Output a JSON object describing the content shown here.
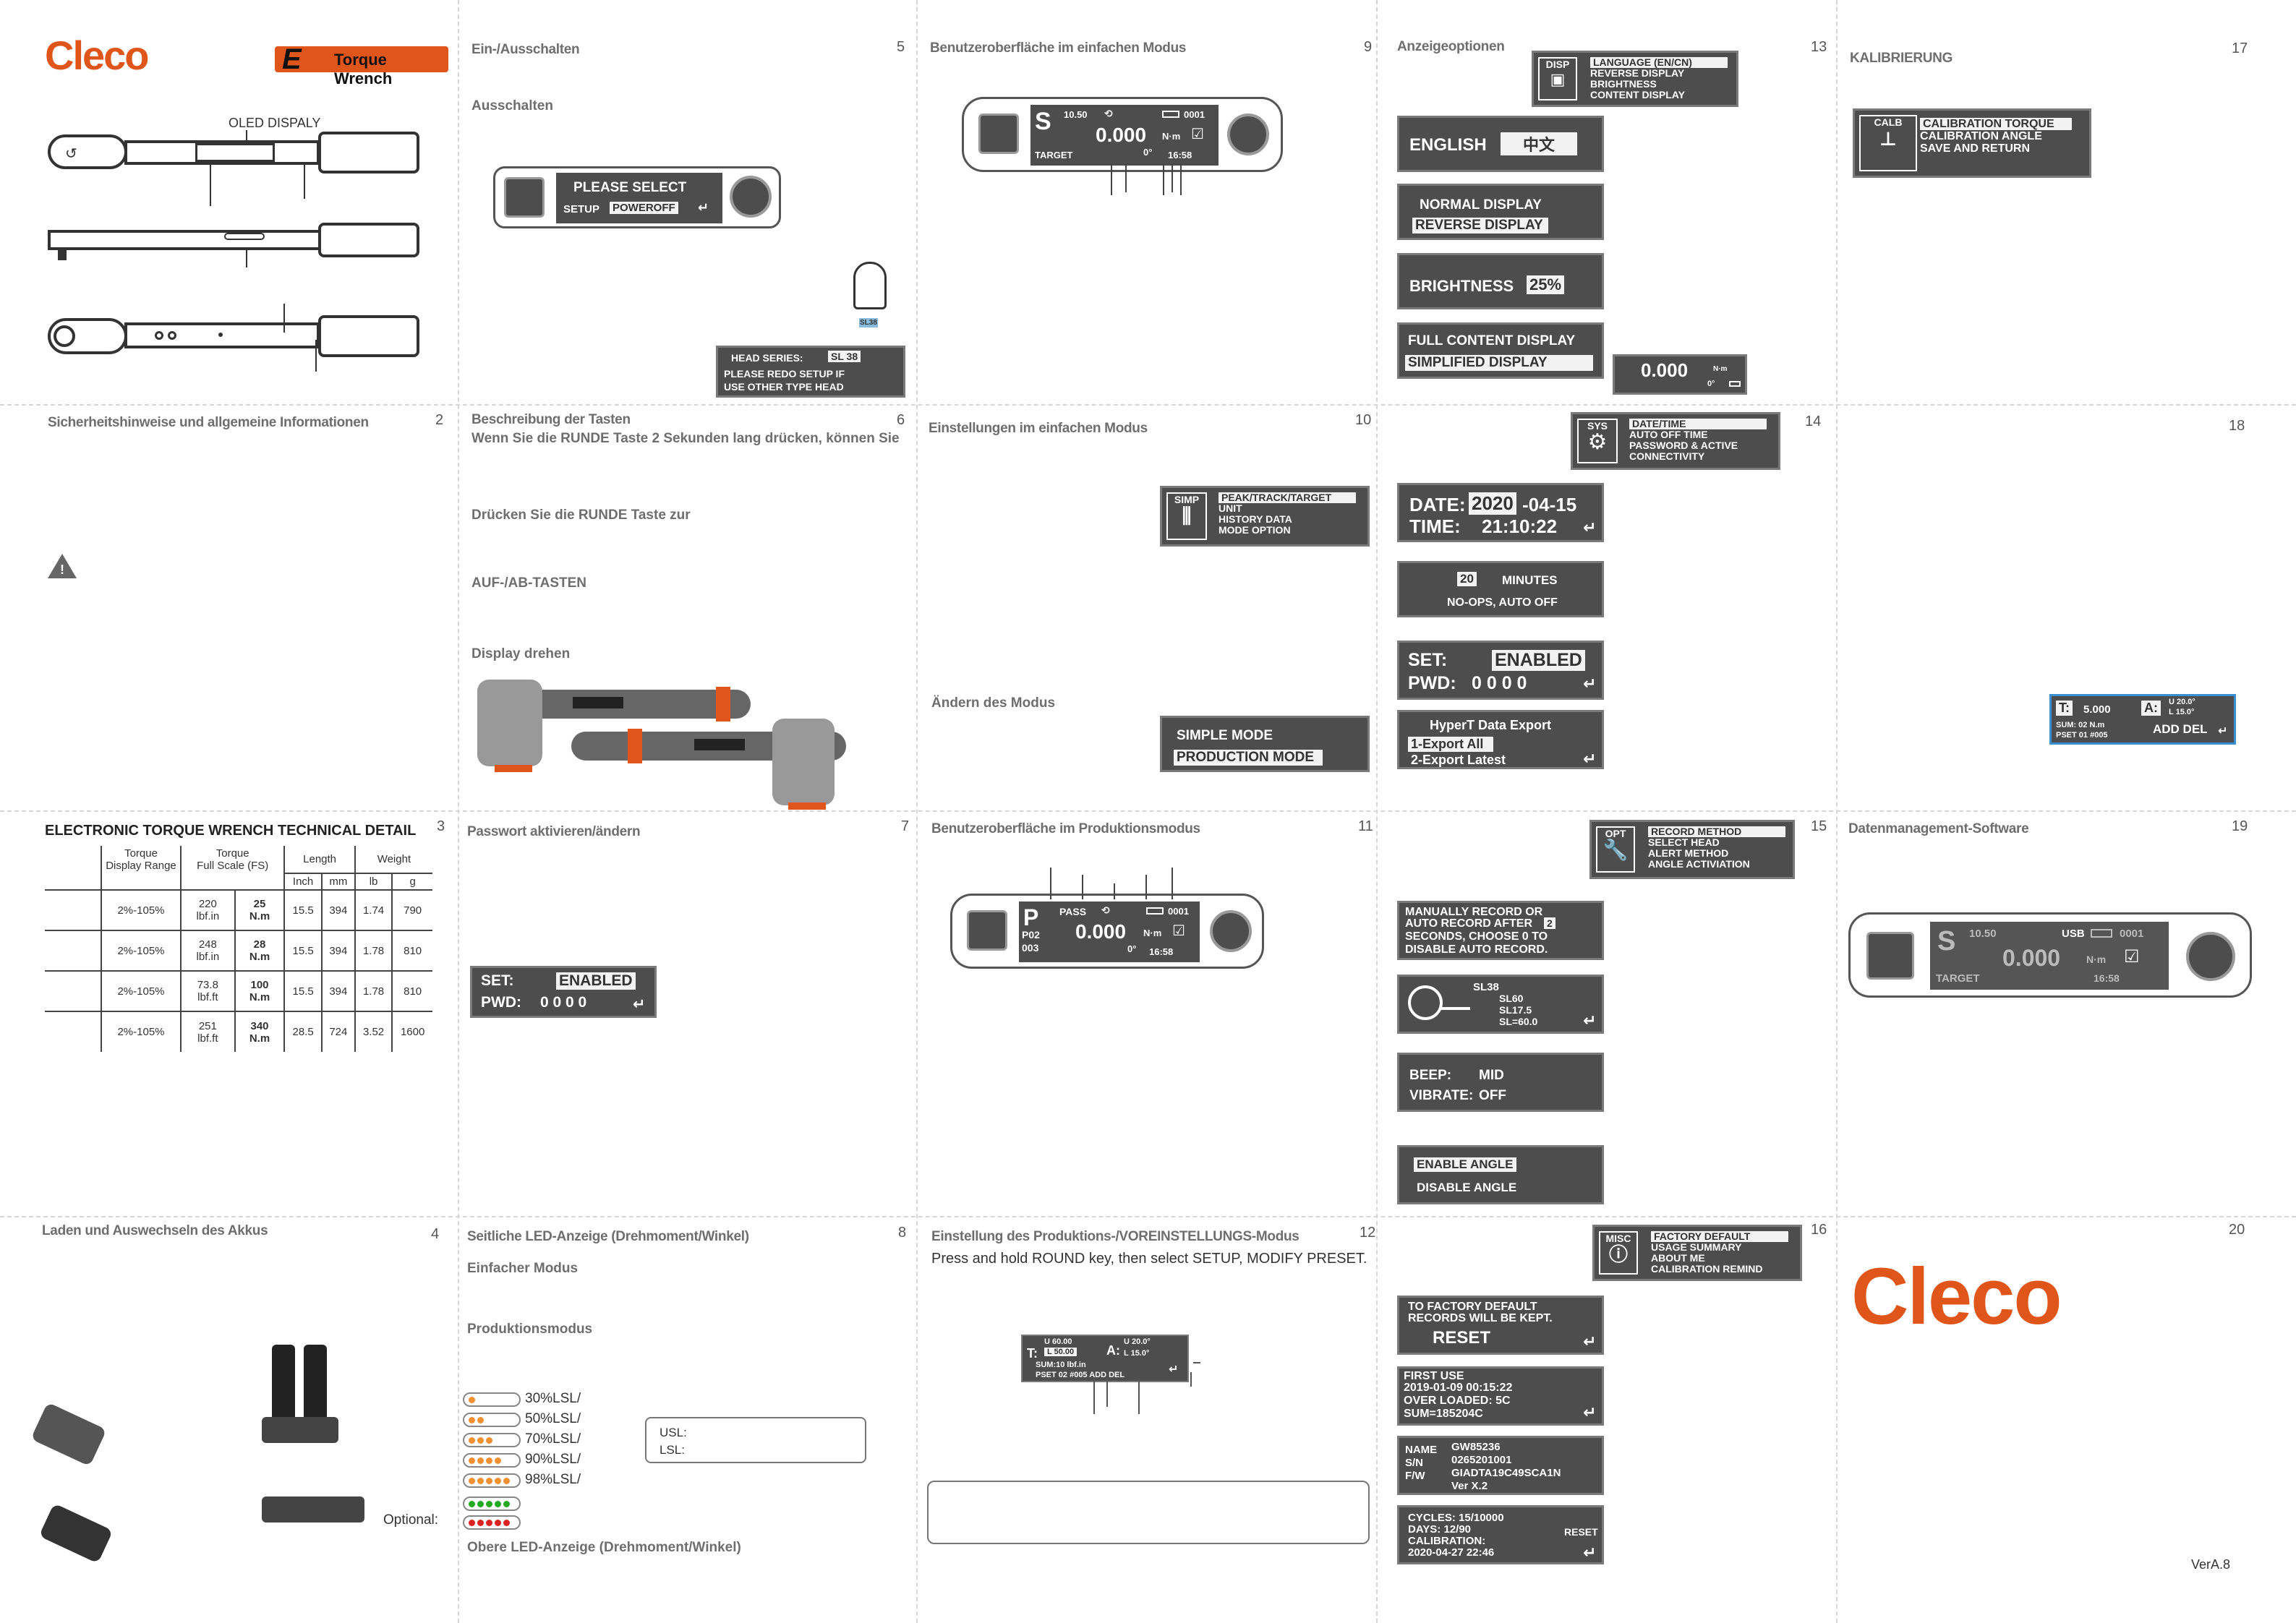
{
  "brand": {
    "name": "Cleco",
    "product_badge": "Torque Wrench",
    "version": "VerA.8"
  },
  "p1": {
    "oled_label": "OLED DISPALY"
  },
  "p2": {
    "title": "Sicherheitshinweise und allgemeine Informationen",
    "num": "2"
  },
  "p3": {
    "title": "ELECTRONIC TORQUE WRENCH TECHNICAL DETAIL",
    "num": "3",
    "headers": {
      "range": "Torque\nDisplay Range",
      "fs": "Torque\nFull Scale (FS)",
      "length": "Length",
      "weight": "Weight",
      "inch": "Inch",
      "mm": "mm",
      "lb": "lb",
      "g": "g"
    },
    "rows": [
      {
        "range": "2%-105%",
        "fs1": "220\nlbf.in",
        "fs2": "25\nN.m",
        "inch": "15.5",
        "mm": "394",
        "lb": "1.74",
        "g": "790"
      },
      {
        "range": "2%-105%",
        "fs1": "248\nlbf.in",
        "fs2": "28\nN.m",
        "inch": "15.5",
        "mm": "394",
        "lb": "1.78",
        "g": "810"
      },
      {
        "range": "2%-105%",
        "fs1": "73.8\nlbf.ft",
        "fs2": "100\nN.m",
        "inch": "15.5",
        "mm": "394",
        "lb": "1.78",
        "g": "810"
      },
      {
        "range": "2%-105%",
        "fs1": "251\nlbf.ft",
        "fs2": "340\nN.m",
        "inch": "28.5",
        "mm": "724",
        "lb": "3.52",
        "g": "1600"
      }
    ]
  },
  "p4": {
    "title": "Laden und Auswechseln des Akkus",
    "num": "4",
    "optional": "Optional:"
  },
  "p5": {
    "title": "Ein-/Ausschalten",
    "num": "5",
    "sub": "Ausschalten",
    "please_select": "PLEASE SELECT",
    "setup": "SETUP",
    "poweroff": "POWEROFF",
    "head_series": "HEAD SERIES:",
    "sl38": "SL 38",
    "redo": "PLEASE REDO SETUP IF",
    "other": "USE OTHER TYPE HEAD",
    "sl38_small": "SL38"
  },
  "p6": {
    "title": "Beschreibung der Tasten",
    "num": "6",
    "line1": "Wenn Sie die RUNDE Taste 2 Sekunden lang drücken, können Sie",
    "line2": "Drücken Sie die RUNDE Taste zur",
    "line3": "AUF-/AB-TASTEN",
    "line4": "Display drehen"
  },
  "p7": {
    "title": "Passwort aktivieren/ändern",
    "num": "7",
    "set": "SET:",
    "enabled": "ENABLED",
    "pwd": "PWD:",
    "pwd_val": "0 0 0 0"
  },
  "p8": {
    "title": "Seitliche LED-Anzeige (Drehmoment/Winkel)",
    "num": "8",
    "simple": "Einfacher Modus",
    "prod": "Produktionsmodus",
    "leds": [
      "30%LSL/",
      "50%LSL/",
      "70%LSL/",
      "90%LSL/",
      "98%LSL/"
    ],
    "usl": "USL:",
    "lsl": "LSL:",
    "top": "Obere LED-Anzeige (Drehmoment/Winkel)"
  },
  "p9": {
    "title": "Benutzeroberfläche im einfachen Modus",
    "num": "9",
    "mode": "S",
    "val_top": "10.50",
    "batt_num": "0001",
    "value": "0.000",
    "unit": "N·m",
    "target": "TARGET",
    "deg": "0°",
    "time": "16:58"
  },
  "p10": {
    "title": "Einstellungen im einfachen Modus",
    "num": "10",
    "menu_icon": "SIMP",
    "menu": [
      "PEAK/TRACK/TARGET",
      "UNIT",
      "HISTORY DATA",
      "MODE OPTION"
    ],
    "change": "Ändern des Modus",
    "simple_mode": "SIMPLE MODE",
    "production_mode": "PRODUCTION MODE"
  },
  "p11": {
    "title": "Benutzeroberfläche im Produktionsmodus",
    "num": "11",
    "mode": "P",
    "pass": "PASS",
    "batt_num": "0001",
    "value": "0.000",
    "unit": "N·m",
    "p02": "P02",
    "c003": "003",
    "deg": "0°",
    "time": "16:58"
  },
  "p12": {
    "title": "Einstellung des Produktions-/VOREINSTELLUNGS-Modus",
    "num": "12",
    "line": "Press and hold ROUND key, then select SETUP, MODIFY PRESET.",
    "t": "T:",
    "u": "U 60.00",
    "l": "L 50.00",
    "a": "A:",
    "u2": "U 20.0°",
    "l2": "L 15.0°",
    "sum": "SUM:10  lbf.in",
    "pset": "PSET 02  #005  ADD  DEL"
  },
  "p13": {
    "title": "Anzeigeoptionen",
    "num": "13",
    "menu_icon": "DISP",
    "menu": [
      "LANGUAGE (EN/CN)",
      "REVERSE DISPLAY",
      "BRIGHTNESS",
      "CONTENT DISPLAY"
    ],
    "english": "ENGLISH",
    "chinese": "中文",
    "normal": "NORMAL DISPLAY",
    "reverse": "REVERSE DISPLAY",
    "brightness": "BRIGHTNESS",
    "bright_val": "25%",
    "full": "FULL CONTENT DISPLAY",
    "simplified": "SIMPLIFIED DISPLAY",
    "mini_val": "0.000",
    "mini_unit": "N·m",
    "mini_deg": "0°"
  },
  "p14": {
    "num": "14",
    "menu_icon": "SYS",
    "menu": [
      "DATE/TIME",
      "AUTO OFF TIME",
      "PASSWORD & ACTIVE",
      "CONNECTIVITY"
    ],
    "date_l": "DATE:",
    "date_y": "2020",
    "date_r": "-04-15",
    "time_l": "TIME:",
    "time_v": "21:10:22",
    "minutes_v": "20",
    "minutes": "MINUTES",
    "noops": "NO-OPS,  AUTO OFF",
    "set": "SET:",
    "enabled": "ENABLED",
    "pwd": "PWD:",
    "pwd_val": "0 0 0 0",
    "export": "HyperT Data Export",
    "export1": "1-Export All",
    "export2": "2-Export Latest"
  },
  "p15": {
    "num": "15",
    "menu_icon": "OPT",
    "menu": [
      "RECORD METHOD",
      "SELECT HEAD",
      "ALERT METHOD",
      "ANGLE ACTIVIATION"
    ],
    "manual": [
      "MANUALLY RECORD OR",
      "AUTO RECORD AFTER",
      "SECONDS, CHOOSE 0 TO",
      "DISABLE AUTO RECORD."
    ],
    "manual_v": "2",
    "heads": [
      "SL38",
      "SL60",
      "SL17.5",
      "SL=60.0"
    ],
    "beep": "BEEP:",
    "beep_v": "MID",
    "vibrate": "VIBRATE:",
    "vibrate_v": "OFF",
    "enable_angle": "ENABLE ANGLE",
    "disable_angle": "DISABLE ANGLE"
  },
  "p16": {
    "num": "16",
    "menu_icon": "MISC",
    "menu": [
      "FACTORY DEFAULT",
      "USAGE SUMMARY",
      "ABOUT ME",
      "CALIBRATION REMIND"
    ],
    "reset1": "TO FACTORY DEFAULT",
    "reset2": "RECORDS WILL BE KEPT.",
    "reset": "RESET",
    "first": [
      "FIRST USE",
      "2019-01-09 00:15:22",
      "OVER LOADED: 5C",
      "SUM=185204C"
    ],
    "name_l": [
      "NAME",
      "S/N",
      "F/W"
    ],
    "name_v": [
      "GW85236",
      "0265201001",
      "GIADTA19C49SCA1N",
      "Ver X.2"
    ],
    "cycles": [
      "CYCLES: 15/10000",
      "DAYS:  12/90",
      "CALIBRATION:",
      "2020-04-27 22:46"
    ],
    "cyc_reset": "RESET"
  },
  "p17": {
    "title": "KALIBRIERUNG",
    "num": "17",
    "menu_icon": "CALB",
    "menu": [
      "CALIBRATION TORQUE",
      "CALIBRATION ANGLE",
      "SAVE AND RETURN"
    ]
  },
  "p18": {
    "num": "18",
    "t": "T:",
    "t_v": "5.000",
    "a": "A:",
    "u": "U 20.0°",
    "l": "L 15.0°",
    "sum": "SUM:  02   N.m",
    "pset": "PSET  01   #005",
    "add": "ADD DEL"
  },
  "p19": {
    "title": "Datenmanagement-Software",
    "num": "19",
    "mode": "S",
    "val_top": "10.50",
    "usb": "USB",
    "batt_num": "0001",
    "value": "0.000",
    "unit": "N·m",
    "target": "TARGET",
    "time": "16:58"
  },
  "p20": {
    "num": "20"
  }
}
